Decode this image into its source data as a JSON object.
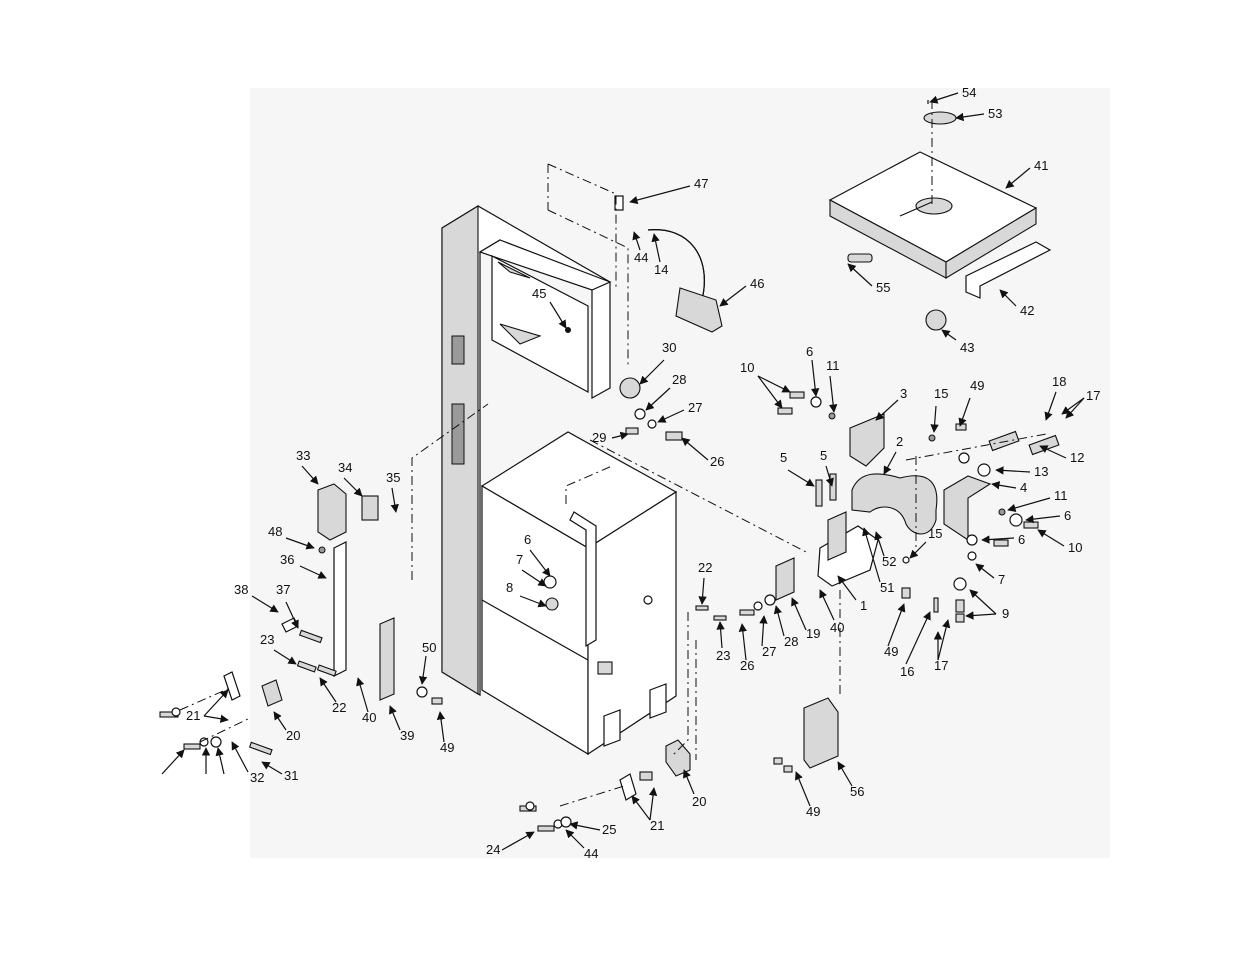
{
  "diagram": {
    "type": "exploded-parts-view",
    "callouts": [
      {
        "id": "c54",
        "label": "54"
      },
      {
        "id": "c53",
        "label": "53"
      },
      {
        "id": "c41",
        "label": "41"
      },
      {
        "id": "c47",
        "label": "47"
      },
      {
        "id": "c44a",
        "label": "44"
      },
      {
        "id": "c14",
        "label": "14"
      },
      {
        "id": "c55",
        "label": "55"
      },
      {
        "id": "c42",
        "label": "42"
      },
      {
        "id": "c43",
        "label": "43"
      },
      {
        "id": "c46",
        "label": "46"
      },
      {
        "id": "c45",
        "label": "45"
      },
      {
        "id": "c30",
        "label": "30"
      },
      {
        "id": "c28a",
        "label": "28"
      },
      {
        "id": "c27a",
        "label": "27"
      },
      {
        "id": "c29",
        "label": "29"
      },
      {
        "id": "c26a",
        "label": "26"
      },
      {
        "id": "c10a",
        "label": "10"
      },
      {
        "id": "c6a",
        "label": "6"
      },
      {
        "id": "c11a",
        "label": "11"
      },
      {
        "id": "c3",
        "label": "3"
      },
      {
        "id": "c15a",
        "label": "15"
      },
      {
        "id": "c49a",
        "label": "49"
      },
      {
        "id": "c18",
        "label": "18"
      },
      {
        "id": "c17a",
        "label": "17"
      },
      {
        "id": "c2",
        "label": "2"
      },
      {
        "id": "c12",
        "label": "12"
      },
      {
        "id": "c13",
        "label": "13"
      },
      {
        "id": "c4",
        "label": "4"
      },
      {
        "id": "c11b",
        "label": "11"
      },
      {
        "id": "c6b",
        "label": "6"
      },
      {
        "id": "c10b",
        "label": "10"
      },
      {
        "id": "c6c",
        "label": "6"
      },
      {
        "id": "c7a",
        "label": "7"
      },
      {
        "id": "c9",
        "label": "9"
      },
      {
        "id": "c5a",
        "label": "5"
      },
      {
        "id": "c5b",
        "label": "5"
      },
      {
        "id": "c52",
        "label": "52"
      },
      {
        "id": "c51",
        "label": "51"
      },
      {
        "id": "c15b",
        "label": "15"
      },
      {
        "id": "c1",
        "label": "1"
      },
      {
        "id": "c49b",
        "label": "49"
      },
      {
        "id": "c16",
        "label": "16"
      },
      {
        "id": "c17b",
        "label": "17"
      },
      {
        "id": "c33",
        "label": "33"
      },
      {
        "id": "c34",
        "label": "34"
      },
      {
        "id": "c35",
        "label": "35"
      },
      {
        "id": "c48",
        "label": "48"
      },
      {
        "id": "c36",
        "label": "36"
      },
      {
        "id": "c6d",
        "label": "6"
      },
      {
        "id": "c7b",
        "label": "7"
      },
      {
        "id": "c8",
        "label": "8"
      },
      {
        "id": "c22a",
        "label": "22"
      },
      {
        "id": "c19",
        "label": "19"
      },
      {
        "id": "c40a",
        "label": "40"
      },
      {
        "id": "c38",
        "label": "38"
      },
      {
        "id": "c37",
        "label": "37"
      },
      {
        "id": "c23a",
        "label": "23"
      },
      {
        "id": "c27b",
        "label": "27"
      },
      {
        "id": "c28b",
        "label": "28"
      },
      {
        "id": "c26b",
        "label": "26"
      },
      {
        "id": "c23b",
        "label": "23"
      },
      {
        "id": "c50",
        "label": "50"
      },
      {
        "id": "c22b",
        "label": "22"
      },
      {
        "id": "c40b",
        "label": "40"
      },
      {
        "id": "c39",
        "label": "39"
      },
      {
        "id": "c49c",
        "label": "49"
      },
      {
        "id": "c21a",
        "label": "21"
      },
      {
        "id": "c20a",
        "label": "20"
      },
      {
        "id": "c32",
        "label": "32"
      },
      {
        "id": "c31",
        "label": "31"
      },
      {
        "id": "c20b",
        "label": "20"
      },
      {
        "id": "c21b",
        "label": "21"
      },
      {
        "id": "c56",
        "label": "56"
      },
      {
        "id": "c49d",
        "label": "49"
      },
      {
        "id": "c25",
        "label": "25"
      },
      {
        "id": "c24",
        "label": "24"
      },
      {
        "id": "c44b",
        "label": "44"
      }
    ]
  }
}
